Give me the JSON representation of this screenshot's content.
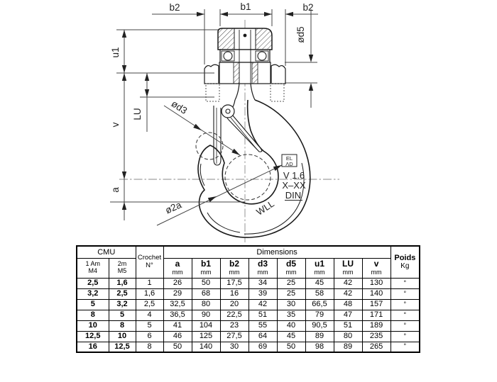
{
  "drawing": {
    "labels": {
      "b2_left": "b2",
      "b1": "b1",
      "b2_right": "b2",
      "d5": "ød5",
      "u1": "u1",
      "v": "v",
      "a": "a",
      "lu": "LU",
      "d3": "ød3",
      "two_a": "ø2a"
    },
    "markings": {
      "logo_line1": "EL",
      "logo_line2": "ΛD",
      "grade": "V 1.6",
      "batch": "X–XX",
      "standard": "DIN",
      "wll": "WLL"
    }
  },
  "table": {
    "header": {
      "cmu": "CMU",
      "cmu_cols": [
        {
          "line1": "1 Am",
          "line2": "M4"
        },
        {
          "line1": "2m",
          "line2": "M5"
        }
      ],
      "crochet_line1": "Crochet",
      "crochet_line2": "N°",
      "dimensions": "Dimensions",
      "dim_cols": [
        "a",
        "b1",
        "b2",
        "d3",
        "d5",
        "u1",
        "LU",
        "v"
      ],
      "unit": "mm",
      "poids_line1": "Poids",
      "poids_line2": "Kg"
    },
    "rows": [
      [
        "2,5",
        "1,6",
        "1",
        "26",
        "50",
        "17,5",
        "34",
        "25",
        "45",
        "42",
        "130",
        "°"
      ],
      [
        "3,2",
        "2,5",
        "1,6",
        "29",
        "68",
        "16",
        "39",
        "25",
        "58",
        "42",
        "140",
        "°"
      ],
      [
        "5",
        "3,2",
        "2,5",
        "32,5",
        "80",
        "20",
        "42",
        "30",
        "66,5",
        "48",
        "157",
        "°"
      ],
      [
        "8",
        "5",
        "4",
        "36,5",
        "90",
        "22,5",
        "51",
        "35",
        "79",
        "47",
        "171",
        "°"
      ],
      [
        "10",
        "8",
        "5",
        "41",
        "104",
        "23",
        "55",
        "40",
        "90,5",
        "51",
        "189",
        "°"
      ],
      [
        "12,5",
        "10",
        "6",
        "46",
        "125",
        "27,5",
        "64",
        "45",
        "89",
        "80",
        "235",
        "°"
      ],
      [
        "16",
        "12,5",
        "8",
        "50",
        "140",
        "30",
        "69",
        "50",
        "98",
        "89",
        "265",
        "°"
      ]
    ]
  }
}
